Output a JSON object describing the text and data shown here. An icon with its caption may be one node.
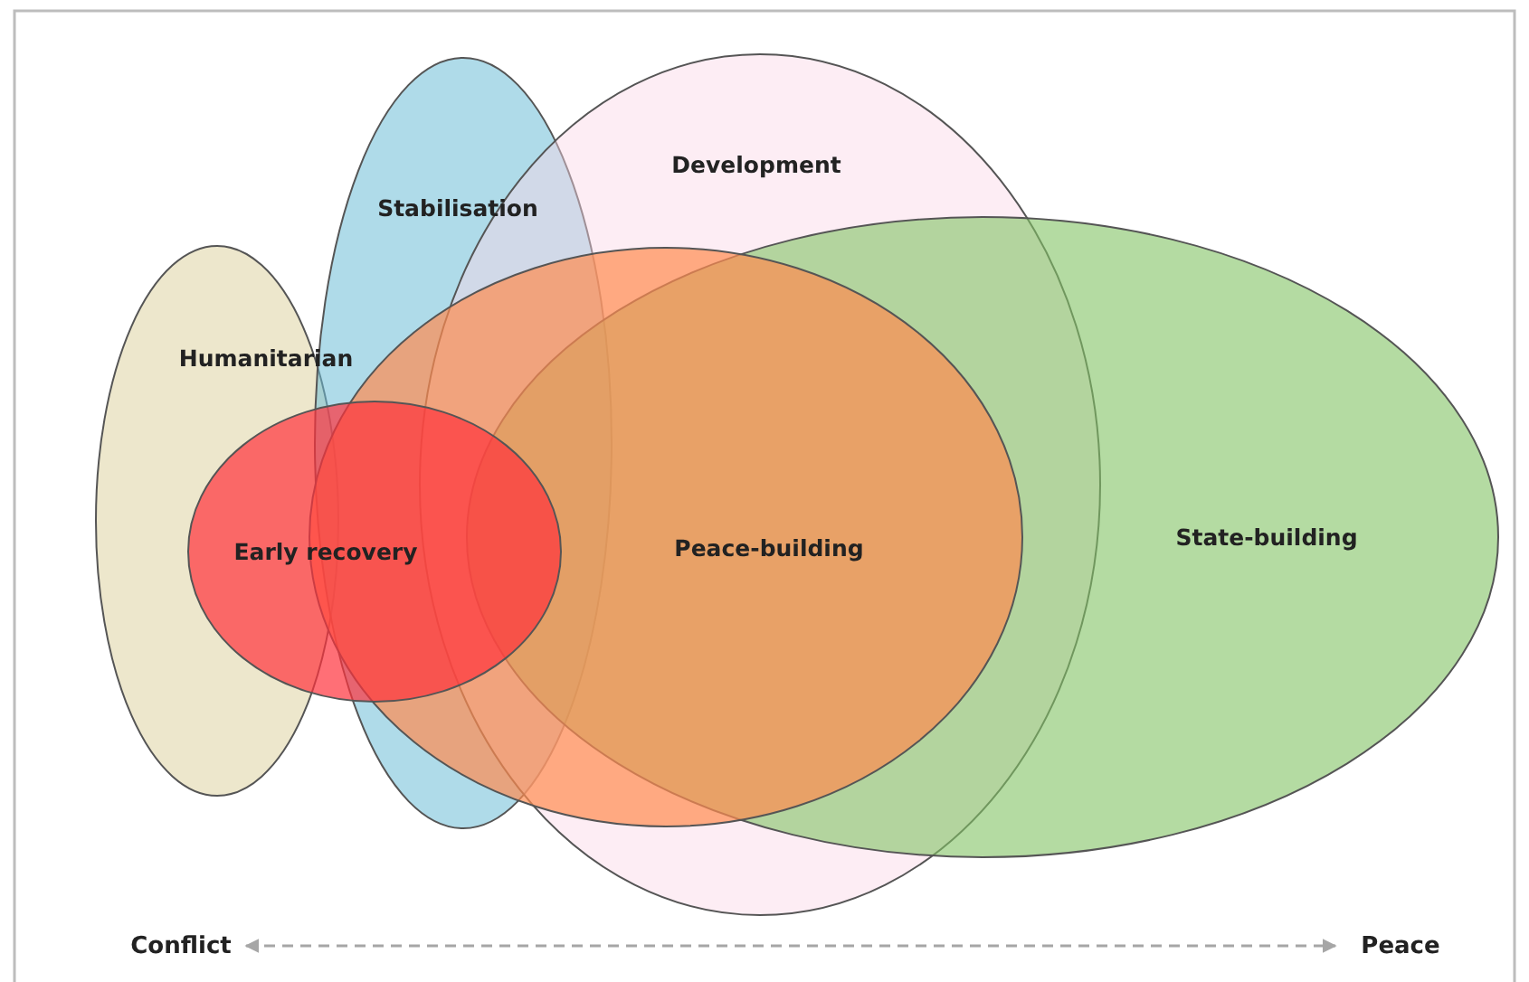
{
  "diagram": {
    "nodes": [
      {
        "text": [
          "Stabilisation"
        ]
      },
      {
        "text": [
          "Development"
        ]
      },
      {
        "text": [
          "Humanitarian"
        ]
      },
      {
        "text": [
          "Early recovery"
        ]
      },
      {
        "text": [
          "Peace-building"
        ]
      },
      {
        "text": [
          "State-building"
        ]
      },
      {
        "text": [
          "Conflict"
        ]
      },
      {
        "text": [
          "Peace"
        ]
      }
    ],
    "edges": [
      {
        "from": 6,
        "to": 7,
        "arrow": "both",
        "style": "dashed",
        "color": "#a6a6a6"
      }
    ]
  }
}
